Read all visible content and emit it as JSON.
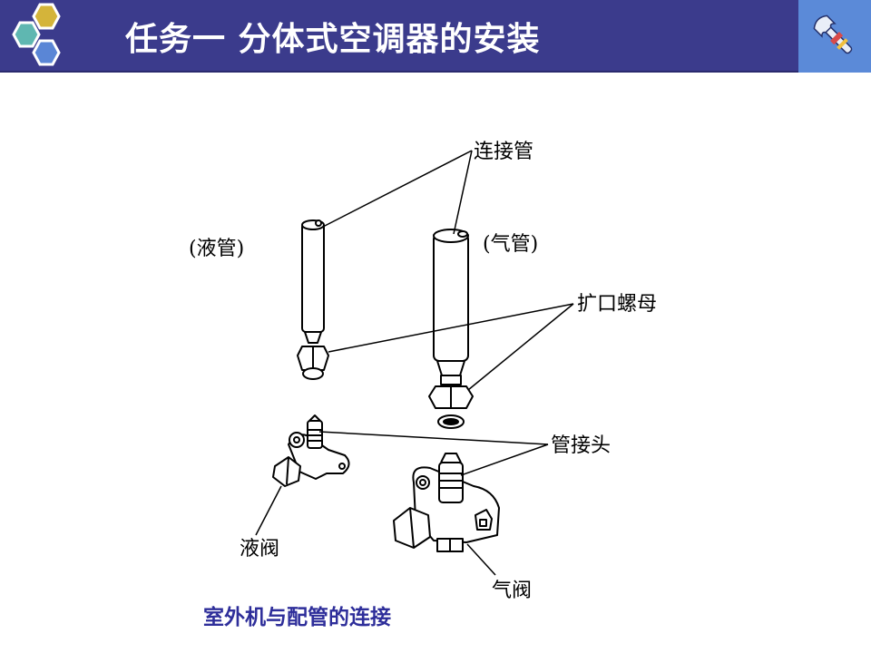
{
  "header": {
    "title": "任务一 分体式空调器的安装",
    "colors": {
      "bar": "#3b3b8c",
      "corner": "#5b8ad8",
      "logo_gold": "#d4b43a",
      "logo_teal": "#5fb7b1",
      "logo_blue": "#5a86d6"
    },
    "logo_icon": "hexagon-cluster-icon",
    "corner_icon": "wrench-icon"
  },
  "diagram": {
    "labels": {
      "connecting_pipe": "连接管",
      "liquid_pipe": "(液管)",
      "gas_pipe": "(气管)",
      "flare_nut": "扩口螺母",
      "pipe_joint": "管接头",
      "liquid_valve": "液阀",
      "gas_valve": "气阀"
    }
  },
  "caption": "室外机与配管的连接"
}
